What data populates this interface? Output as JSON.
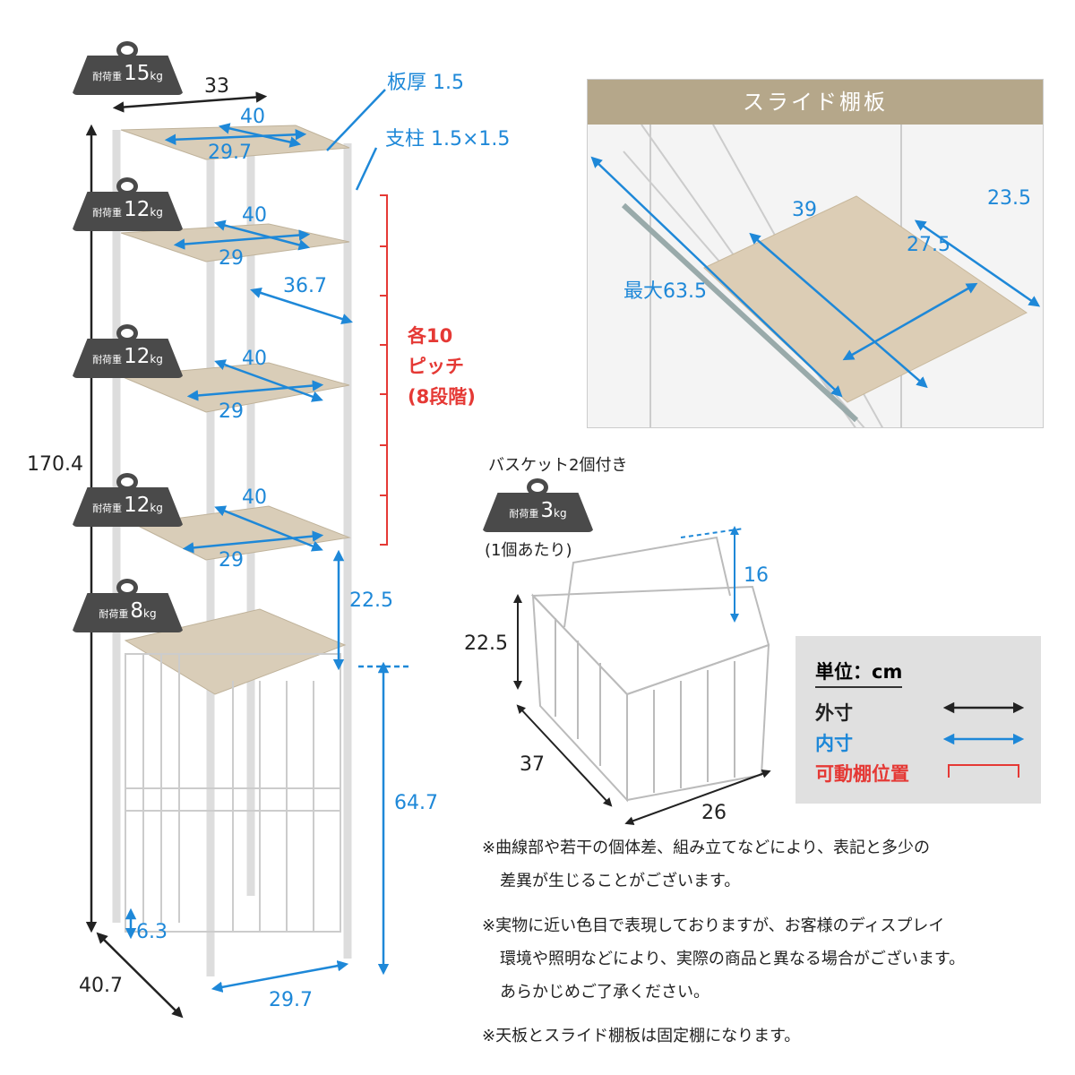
{
  "weights": {
    "top": {
      "label": "耐荷重",
      "value": "15",
      "unit": "kg"
    },
    "shelf2": {
      "label": "耐荷重",
      "value": "12",
      "unit": "kg"
    },
    "shelf3": {
      "label": "耐荷重",
      "value": "12",
      "unit": "kg"
    },
    "shelf4": {
      "label": "耐荷重",
      "value": "12",
      "unit": "kg"
    },
    "shelf5": {
      "label": "耐荷重",
      "value": "8",
      "unit": "kg"
    },
    "basket": {
      "label": "耐荷重",
      "value": "3",
      "unit": "kg"
    }
  },
  "rack": {
    "outer_width": "33",
    "board_thickness": "板厚 1.5",
    "post_size": "支柱 1.5×1.5",
    "top_depth": "40",
    "top_width": "29.7",
    "s2_depth": "40",
    "s2_width": "29",
    "inner_depth": "36.7",
    "pitch_line1": "各10",
    "pitch_line2": "ピッチ",
    "pitch_line3": "(8段階)",
    "s3_depth": "40",
    "s3_width": "29",
    "total_height": "170.4",
    "s4_depth": "40",
    "s4_width": "29",
    "gap_height": "22.5",
    "lower_height": "64.7",
    "bottom_clearance": "6.3",
    "outer_depth": "40.7",
    "bottom_width": "29.7"
  },
  "slide": {
    "title": "スライド棚板",
    "depth": "39",
    "width": "23.5",
    "inner": "27.5",
    "max": "最大63.5"
  },
  "basket": {
    "caption": "バスケット2個付き",
    "per_unit": "(1個あたり)",
    "handle": "16",
    "height": "22.5",
    "depth": "37",
    "width": "26"
  },
  "legend": {
    "unit": "単位：cm",
    "outer": "外寸",
    "inner": "内寸",
    "adjustable": "可動棚位置",
    "colors": {
      "outer": "#222222",
      "inner": "#1e88d8",
      "adjustable": "#e53935"
    }
  },
  "notes": [
    {
      "line1": "※曲線部や若干の個体差、組み立てなどにより、表記と多少の",
      "line2": "差異が生じることがございます。"
    },
    {
      "line1": "※実物に近い色目で表現しておりますが、お客様のディスプレイ",
      "line2": "環境や照明などにより、実際の商品と異なる場合がございます。",
      "line3": "あらかじめご了承ください。"
    },
    {
      "line1": "※天板とスライド棚板は固定棚になります。"
    }
  ]
}
